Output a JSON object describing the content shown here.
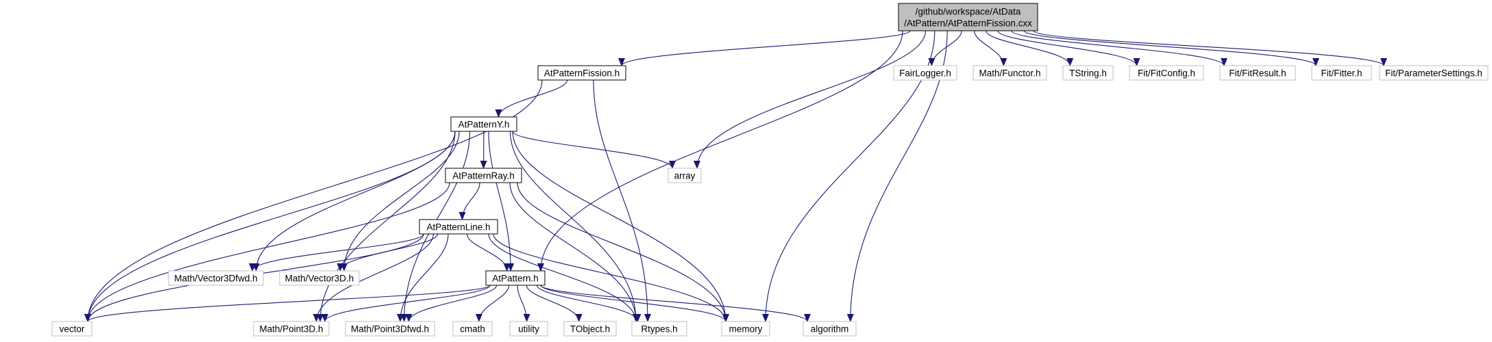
{
  "nodes": [
    {
      "id": "root",
      "lines": [
        "/github/workspace/AtData",
        "/AtPattern/AtPatternFission.cxx"
      ],
      "style": "root"
    },
    {
      "id": "fission_h",
      "lines": [
        "AtPatternFission.h"
      ],
      "style": "local"
    },
    {
      "id": "fairlogger",
      "lines": [
        "FairLogger.h"
      ],
      "style": "ext"
    },
    {
      "id": "functor",
      "lines": [
        "Math/Functor.h"
      ],
      "style": "ext"
    },
    {
      "id": "tstring",
      "lines": [
        "TString.h"
      ],
      "style": "ext"
    },
    {
      "id": "fitconfig",
      "lines": [
        "Fit/FitConfig.h"
      ],
      "style": "ext"
    },
    {
      "id": "fitresult",
      "lines": [
        "Fit/FitResult.h"
      ],
      "style": "ext"
    },
    {
      "id": "fitter",
      "lines": [
        "Fit/Fitter.h"
      ],
      "style": "ext"
    },
    {
      "id": "paramsettings",
      "lines": [
        "Fit/ParameterSettings.h"
      ],
      "style": "ext"
    },
    {
      "id": "patterny",
      "lines": [
        "AtPatternY.h"
      ],
      "style": "local"
    },
    {
      "id": "array",
      "lines": [
        "array"
      ],
      "style": "ext"
    },
    {
      "id": "patternray",
      "lines": [
        "AtPatternRay.h"
      ],
      "style": "local"
    },
    {
      "id": "patternline",
      "lines": [
        "AtPatternLine.h"
      ],
      "style": "local"
    },
    {
      "id": "vec3dfwd",
      "lines": [
        "Math/Vector3Dfwd.h"
      ],
      "style": "ext"
    },
    {
      "id": "vec3d",
      "lines": [
        "Math/Vector3D.h"
      ],
      "style": "ext"
    },
    {
      "id": "pattern",
      "lines": [
        "AtPattern.h"
      ],
      "style": "local"
    },
    {
      "id": "vector",
      "lines": [
        "vector"
      ],
      "style": "ext"
    },
    {
      "id": "point3d",
      "lines": [
        "Math/Point3D.h"
      ],
      "style": "ext"
    },
    {
      "id": "point3dfwd",
      "lines": [
        "Math/Point3Dfwd.h"
      ],
      "style": "ext"
    },
    {
      "id": "cmath",
      "lines": [
        "cmath"
      ],
      "style": "ext"
    },
    {
      "id": "utility",
      "lines": [
        "utility"
      ],
      "style": "ext"
    },
    {
      "id": "tobject",
      "lines": [
        "TObject.h"
      ],
      "style": "ext"
    },
    {
      "id": "rtypes",
      "lines": [
        "Rtypes.h"
      ],
      "style": "ext"
    },
    {
      "id": "memory",
      "lines": [
        "memory"
      ],
      "style": "ext"
    },
    {
      "id": "algorithm",
      "lines": [
        "algorithm"
      ],
      "style": "ext"
    }
  ],
  "edges": [
    [
      "root",
      "fission_h"
    ],
    [
      "root",
      "fairlogger"
    ],
    [
      "root",
      "functor"
    ],
    [
      "root",
      "tstring"
    ],
    [
      "root",
      "fitconfig"
    ],
    [
      "root",
      "fitresult"
    ],
    [
      "root",
      "fitter"
    ],
    [
      "root",
      "paramsettings"
    ],
    [
      "root",
      "array"
    ],
    [
      "root",
      "pattern"
    ],
    [
      "root",
      "memory"
    ],
    [
      "root",
      "algorithm"
    ],
    [
      "fission_h",
      "patterny"
    ],
    [
      "fission_h",
      "vector"
    ],
    [
      "fission_h",
      "rtypes"
    ],
    [
      "patterny",
      "patternray"
    ],
    [
      "patterny",
      "array"
    ],
    [
      "patterny",
      "pattern"
    ],
    [
      "patterny",
      "vec3dfwd"
    ],
    [
      "patterny",
      "vec3d"
    ],
    [
      "patterny",
      "vector"
    ],
    [
      "patterny",
      "point3d"
    ],
    [
      "patterny",
      "point3dfwd"
    ],
    [
      "patterny",
      "rtypes"
    ],
    [
      "patterny",
      "memory"
    ],
    [
      "patternray",
      "patternline"
    ],
    [
      "patternray",
      "vector"
    ],
    [
      "patternray",
      "rtypes"
    ],
    [
      "patternray",
      "memory"
    ],
    [
      "patternline",
      "pattern"
    ],
    [
      "patternline",
      "vec3dfwd"
    ],
    [
      "patternline",
      "vec3d"
    ],
    [
      "patternline",
      "vector"
    ],
    [
      "patternline",
      "point3d"
    ],
    [
      "patternline",
      "point3dfwd"
    ],
    [
      "patternline",
      "rtypes"
    ],
    [
      "patternline",
      "memory"
    ],
    [
      "pattern",
      "vector"
    ],
    [
      "pattern",
      "point3d"
    ],
    [
      "pattern",
      "point3dfwd"
    ],
    [
      "pattern",
      "cmath"
    ],
    [
      "pattern",
      "utility"
    ],
    [
      "pattern",
      "tobject"
    ],
    [
      "pattern",
      "rtypes"
    ],
    [
      "pattern",
      "memory"
    ],
    [
      "pattern",
      "algorithm"
    ]
  ],
  "colors": {
    "edge": "#191970",
    "root_fill": "#bfbfbf",
    "root_stroke": "#000000",
    "local_stroke": "#000000",
    "ext_stroke": "#bfbfbf",
    "text": "#000000"
  }
}
